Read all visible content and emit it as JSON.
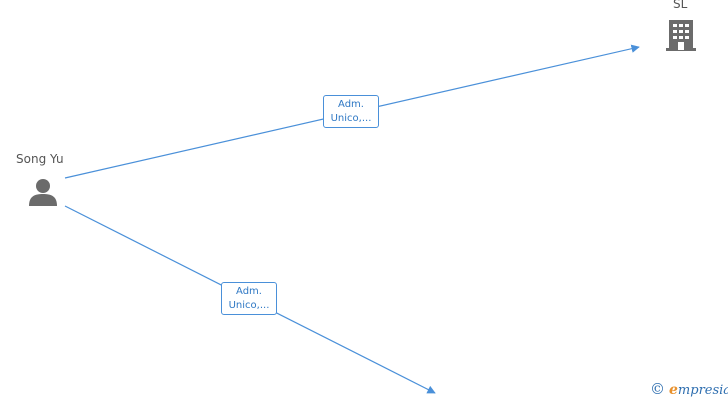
{
  "nodes": {
    "person": {
      "label": "Song Yu",
      "icon": "person-icon"
    },
    "company": {
      "label": "SL",
      "icon": "building-icon"
    }
  },
  "edges": [
    {
      "line1": "Adm.",
      "line2": "Unico,..."
    },
    {
      "line1": "Adm.",
      "line2": "Unico,..."
    }
  ],
  "watermark": {
    "symbol": "©",
    "initial": "e",
    "rest": "mpresia",
    "text": "empresia"
  },
  "colors": {
    "edge": "#4a90d9",
    "icon": "#6b6b6b",
    "brand_orange": "#e8912d",
    "brand_blue": "#2f6fb0"
  }
}
